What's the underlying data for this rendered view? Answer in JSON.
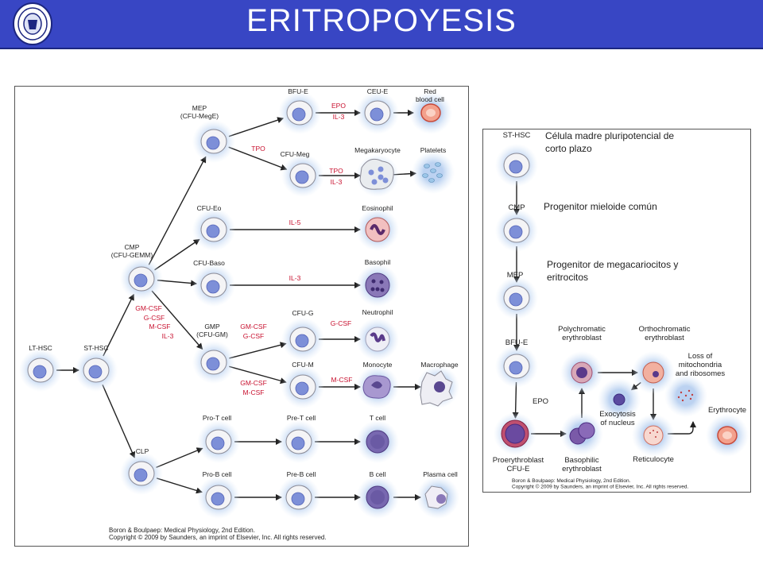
{
  "header": {
    "title": "ERITROPOYESIS"
  },
  "left_diagram": {
    "nodes": [
      {
        "id": "lt_hsc",
        "label": "LT-HSC"
      },
      {
        "id": "st_hsc",
        "label": "ST-HSC"
      },
      {
        "id": "cmp",
        "label": "CMP\n(CFU-GEMM)"
      },
      {
        "id": "clp",
        "label": "CLP"
      },
      {
        "id": "mep",
        "label": "MEP\n(CFU-MegE)"
      },
      {
        "id": "cfu_eo",
        "label": "CFU-Eo"
      },
      {
        "id": "cfu_baso",
        "label": "CFU-Baso"
      },
      {
        "id": "gmp",
        "label": "GMP\n(CFU-GM)"
      },
      {
        "id": "bfu_e",
        "label": "BFU-E"
      },
      {
        "id": "cfu_meg",
        "label": "CFU-Meg"
      },
      {
        "id": "cfu_g",
        "label": "CFU-G"
      },
      {
        "id": "cfu_m",
        "label": "CFU-M"
      },
      {
        "id": "ceu_e",
        "label": "CEU-E"
      },
      {
        "id": "megakaryocyte",
        "label": "Megakaryocyte"
      },
      {
        "id": "eosinophil",
        "label": "Eosinophil"
      },
      {
        "id": "basophil",
        "label": "Basophil"
      },
      {
        "id": "neutrophil",
        "label": "Neutrophil"
      },
      {
        "id": "monocyte",
        "label": "Monocyte"
      },
      {
        "id": "rbc",
        "label": "Red\nblood cell"
      },
      {
        "id": "platelets",
        "label": "Platelets"
      },
      {
        "id": "macrophage",
        "label": "Macrophage"
      },
      {
        "id": "pro_t",
        "label": "Pro-T cell"
      },
      {
        "id": "pre_t",
        "label": "Pre-T cell"
      },
      {
        "id": "t_cell",
        "label": "T cell"
      },
      {
        "id": "pro_b",
        "label": "Pro-B cell"
      },
      {
        "id": "pre_b",
        "label": "Pre-B cell"
      },
      {
        "id": "b_cell",
        "label": "B cell"
      },
      {
        "id": "plasma",
        "label": "Plasma cell"
      }
    ],
    "factors": {
      "epo": "EPO",
      "il3": "IL-3",
      "tpo": "TPO",
      "il5": "IL-5",
      "gm_csf": "GM-CSF",
      "g_csf": "G-CSF",
      "m_csf": "M-CSF"
    },
    "credit": "Boron & Boulpaep: Medical Physiology, 2nd Edition.\nCopyright © 2009 by Saunders, an imprint of Elsevier, Inc. All rights reserved."
  },
  "right_diagram": {
    "nodes": [
      {
        "id": "st_hsc",
        "label": "ST-HSC"
      },
      {
        "id": "cmp",
        "label": "CMP"
      },
      {
        "id": "mep",
        "label": "MEP"
      },
      {
        "id": "bfu_e",
        "label": "BFU-E"
      },
      {
        "id": "proery",
        "label": "Proerythroblast\nCFU-E"
      },
      {
        "id": "basophilic",
        "label": "Basophilic\nerythroblast"
      },
      {
        "id": "polychromatic",
        "label": "Polychromatic\nerythroblast"
      },
      {
        "id": "orthochromatic",
        "label": "Orthochromatic\nerythroblast"
      },
      {
        "id": "loss",
        "label": "Loss of\nmitochondria\nand ribosomes"
      },
      {
        "id": "exocytosis",
        "label": "Exocytosis\nof nucleus"
      },
      {
        "id": "reticulocyte",
        "label": "Reticulocyte"
      },
      {
        "id": "erythrocyte",
        "label": "Erythrocyte"
      }
    ],
    "epo_label": "EPO",
    "annotations": {
      "st_hsc": "Célula madre pluripotencial de corto plazo",
      "cmp": "Progenitor mieloide común",
      "mep": "Progenitor de megacariocitos y eritrocitos"
    },
    "credit": "Boron & Boulpaep: Medical Physiology, 2nd Edition.\nCopyright © 2009 by Saunders, an imprint of Elsevier, Inc. All rights reserved."
  },
  "colors": {
    "header": "#3846c4",
    "factor": "#c8102e",
    "glow": "#b8d0f0",
    "nucleus": "#7d8fd8"
  }
}
